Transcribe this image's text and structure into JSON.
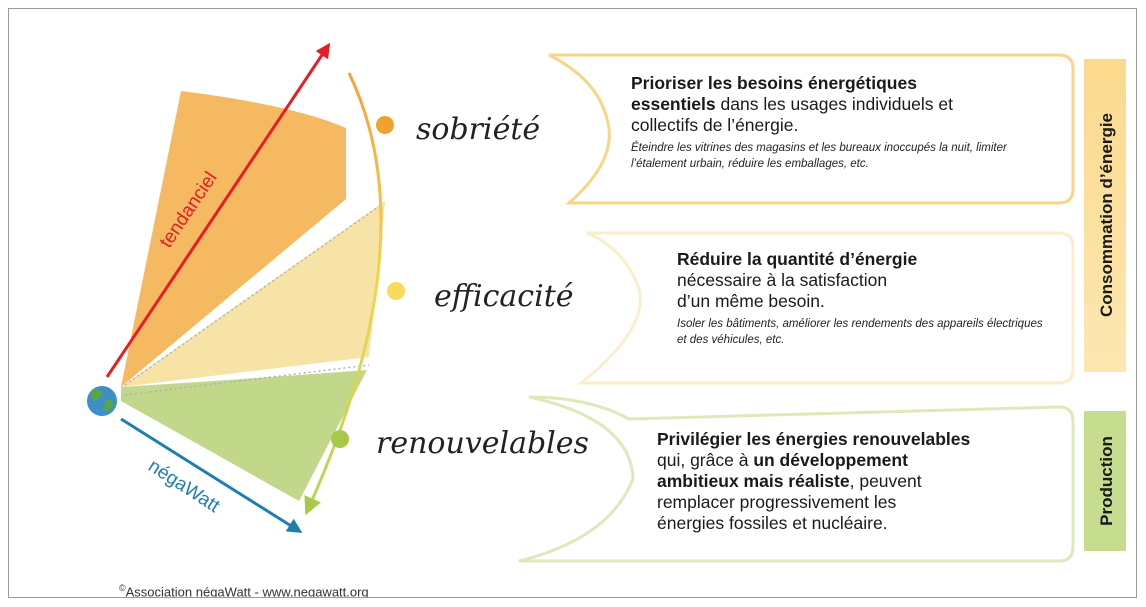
{
  "arrows": {
    "tendanciel": "tendanciel",
    "negawatt": "négaWatt"
  },
  "steps": [
    {
      "label": "sobriété",
      "color": "#f5b961"
    },
    {
      "label": "efficacité",
      "color": "#f7e3a6"
    },
    {
      "label": "renouvelables",
      "color": "#c1d88a"
    }
  ],
  "boxes": {
    "sobriete": {
      "bold1": "Prioriser les besoins énergétiques",
      "bold2": "essentiels",
      "text2": " dans les usages individuels et",
      "text3": "collectifs de l’énergie.",
      "example": "Éteindre les vitrines des magasins et les bureaux inoccupés la nuit, limiter l’étalement urbain, réduire les emballages, etc."
    },
    "efficacite": {
      "bold1": "Réduire la quantité d’énergie",
      "text2": "nécessaire à la satisfaction",
      "text3": "d’un même besoin.",
      "example": "Isoler les bâtiments, améliorer les rendements des appareils électriques et des véhicules, etc."
    },
    "renouvelables": {
      "bold1": "Privilégier les énergies renouvelables",
      "text2": "qui, grâce à ",
      "bold2": "un développement",
      "bold3": "ambitieux mais réaliste",
      "text3": ", peuvent",
      "text4": "remplacer progressivement les",
      "text5": "énergies fossiles et nucléaire."
    }
  },
  "side_labels": {
    "consumption": "Consommation d’énergie",
    "production": "Production"
  },
  "credit": {
    "copyright": "©",
    "text": "Association négaWatt - www.negawatt.org"
  },
  "colors": {
    "red_arrow": "#e51e25",
    "blue_arrow": "#1f7eb1",
    "consumption_band": "#fbd98d",
    "production_band": "#c6dc8f",
    "box_border_top": "#f8d587",
    "box_border_mid": "#fbeecb",
    "box_border_bottom": "#dceaba"
  }
}
